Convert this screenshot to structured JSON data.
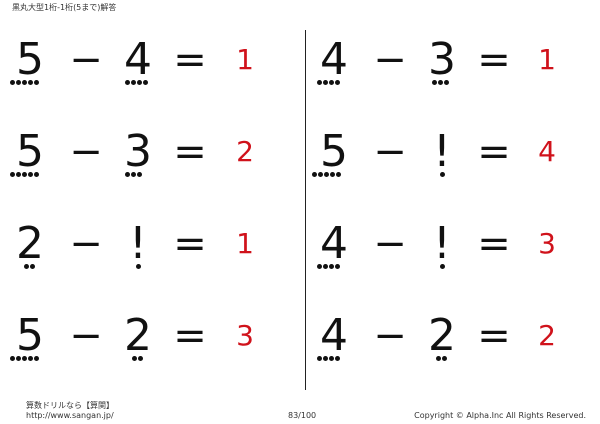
{
  "header": {
    "title": "黒丸大型1桁-1桁(5まで)解答"
  },
  "problems": [
    {
      "a": "5",
      "a_dots": 5,
      "op": "−",
      "b": "4",
      "b_dots": 4,
      "eq": "=",
      "answer": "1"
    },
    {
      "a": "4",
      "a_dots": 4,
      "op": "−",
      "b": "3",
      "b_dots": 3,
      "eq": "=",
      "answer": "1"
    },
    {
      "a": "5",
      "a_dots": 5,
      "op": "−",
      "b": "3",
      "b_dots": 3,
      "eq": "=",
      "answer": "2"
    },
    {
      "a": "5",
      "a_dots": 5,
      "op": "−",
      "b": "!",
      "b_dots": 1,
      "eq": "=",
      "answer": "4"
    },
    {
      "a": "2",
      "a_dots": 2,
      "op": "−",
      "b": "!",
      "b_dots": 1,
      "eq": "=",
      "answer": "1"
    },
    {
      "a": "4",
      "a_dots": 4,
      "op": "−",
      "b": "!",
      "b_dots": 1,
      "eq": "=",
      "answer": "3"
    },
    {
      "a": "5",
      "a_dots": 5,
      "op": "−",
      "b": "2",
      "b_dots": 2,
      "eq": "=",
      "answer": "3"
    },
    {
      "a": "4",
      "a_dots": 4,
      "op": "−",
      "b": "2",
      "b_dots": 2,
      "eq": "=",
      "answer": "2"
    }
  ],
  "footer": {
    "brand": "算数ドリルなら【算関】",
    "url": "http://www.sangan.jp/",
    "page": "83/100",
    "copyright": "Copyright © Alpha.Inc All Rights Reserved."
  },
  "colors": {
    "answer": "#d0121b",
    "text": "#111111"
  }
}
